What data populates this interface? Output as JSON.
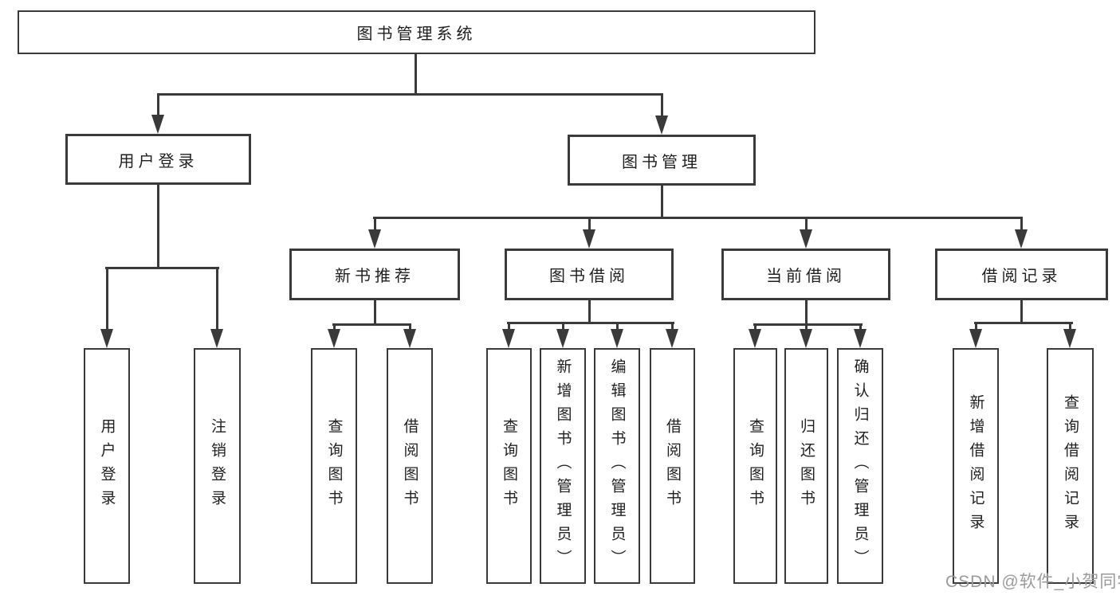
{
  "tree": {
    "label": "图书管理系统",
    "children": [
      {
        "label": "用户登录",
        "children": [
          {
            "label": "用户登录"
          },
          {
            "label": "注销登录"
          }
        ]
      },
      {
        "label": "图书管理",
        "children": [
          {
            "label": "新书推荐",
            "children": [
              {
                "label": "查询图书"
              },
              {
                "label": "借阅图书"
              }
            ]
          },
          {
            "label": "图书借阅",
            "children": [
              {
                "label": "查询图书"
              },
              {
                "label": "新增图书（管理员）"
              },
              {
                "label": "编辑图书（管理员）"
              },
              {
                "label": "借阅图书"
              }
            ]
          },
          {
            "label": "当前借阅",
            "children": [
              {
                "label": "查询图书"
              },
              {
                "label": "归还图书"
              },
              {
                "label": "确认归还（管理员）"
              }
            ]
          },
          {
            "label": "借阅记录",
            "children": [
              {
                "label": "新增借阅记录"
              },
              {
                "label": "查询借阅记录"
              }
            ]
          }
        ]
      }
    ]
  },
  "watermark": "CSDN @软件_小贺同学",
  "colors": {
    "line": "#3a3a3a",
    "text": "#1f1f1f",
    "watermark": "#9b9b9b",
    "background": "#ffffff"
  }
}
